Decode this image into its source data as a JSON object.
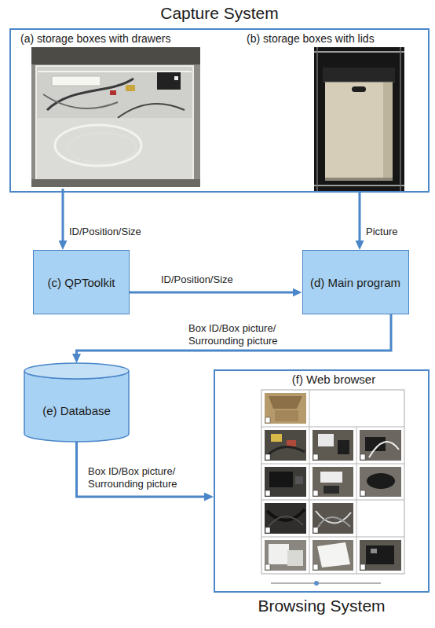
{
  "diagram": {
    "nodes": [
      {
        "text": [
          "Capture System"
        ]
      },
      {
        "text": [
          "(a) storage boxes with drawers"
        ],
        "in": 0
      },
      {
        "text": [
          "(b) storage boxes with lids"
        ],
        "in": 0
      },
      {
        "text": [
          "(c) QPToolkit"
        ]
      },
      {
        "text": [
          "(d) Main program"
        ]
      },
      {
        "text": [
          "(e) Database"
        ]
      },
      {
        "text": [
          "Browsing System"
        ]
      },
      {
        "text": [
          "(f) Web browser"
        ],
        "in": 6
      }
    ],
    "edges": [
      {
        "from": 1,
        "to": 3,
        "label": "ID/Position/Size",
        "arrow": "to"
      },
      {
        "from": 2,
        "to": 4,
        "label": "Picture",
        "arrow": "to"
      },
      {
        "from": 3,
        "to": 4,
        "label": "ID/Position/Size",
        "arrow": "to"
      },
      {
        "from": 4,
        "to": 5,
        "label": "Box ID/Box picture/ Surrounding picture",
        "arrow": "to"
      },
      {
        "from": 5,
        "to": 6,
        "label": "Box ID/Box picture/ Surrounding picture",
        "arrow": "to"
      }
    ]
  }
}
